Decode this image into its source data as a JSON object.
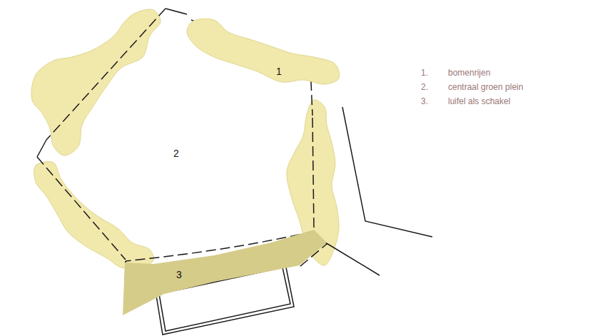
{
  "diagram": {
    "nodes": [
      {
        "text": [
          "1"
        ]
      },
      {
        "text": [
          "3"
        ]
      }
    ],
    "labels": [
      "2",
      "1.",
      "2.",
      "3."
    ],
    "legend": [
      {
        "text": "bomenrijen"
      },
      {
        "text": "centraal groen plein"
      },
      {
        "text": "luifel als schakel"
      }
    ]
  }
}
